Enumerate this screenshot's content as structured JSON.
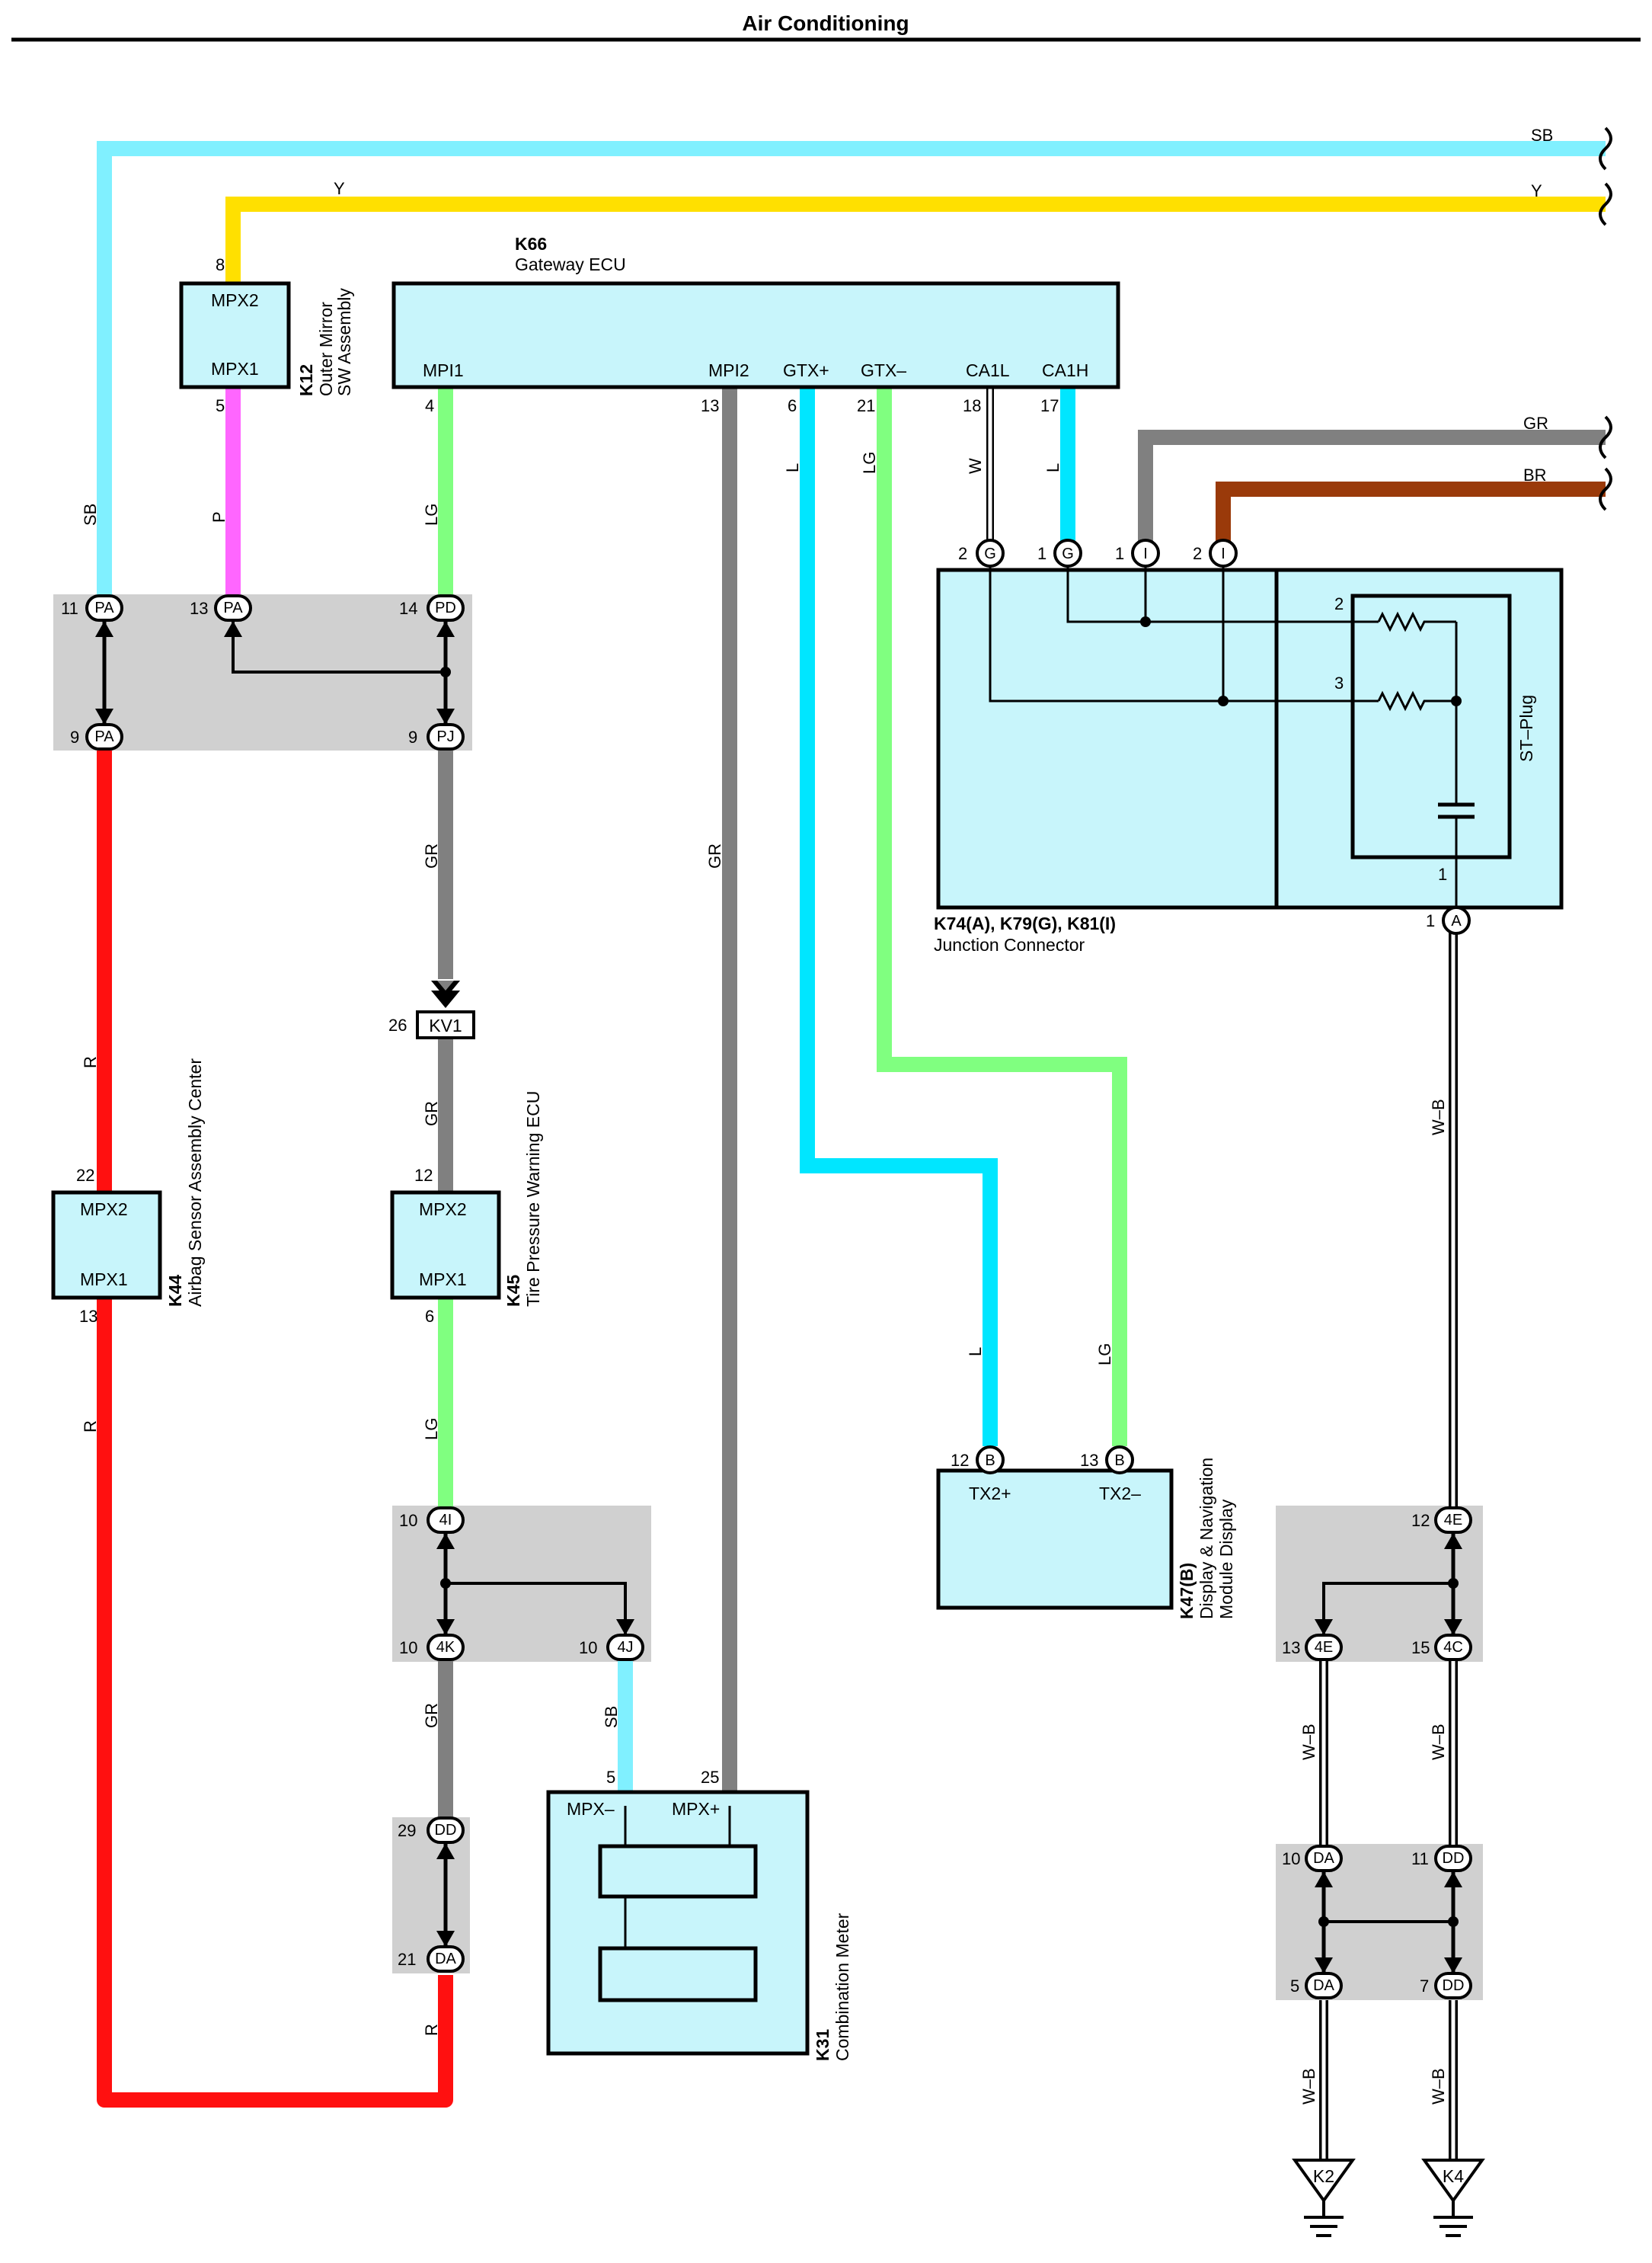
{
  "title": "Air Conditioning",
  "colors": {
    "SB": "#80f0ff",
    "Y": "#ffe000",
    "P": "#ff66ff",
    "LG": "#80ff80",
    "GR": "#808080",
    "L": "#00e6ff",
    "R": "#ff1010",
    "BR": "#9a3a0a",
    "W": "#ffffff"
  },
  "wire_codes": {
    "sb_top": "SB",
    "y_top": "Y",
    "sb_left": "SB",
    "p_k12": "P",
    "lg_k66": "LG",
    "gr_mpi2": "GR",
    "l_gtxp": "L",
    "lg_gtxm": "LG",
    "w_ca1l": "W",
    "l_ca1h": "L",
    "gr_right": "GR",
    "br_right": "BR",
    "r_k44_top": "R",
    "r_k44_bot": "R",
    "gr_pj": "GR",
    "gr_kv1": "GR",
    "lg_k45": "LG",
    "gr_4k": "GR",
    "sb_4j": "SB",
    "r_da": "R",
    "l_k47": "L",
    "lg_k47": "LG",
    "wb_main": "W–B",
    "wb_4e": "W–B",
    "wb_4c": "W–B",
    "wb_k2": "W–B",
    "wb_k4": "W–B"
  },
  "components": {
    "k12": {
      "code": "K12",
      "name1": "Outer Mirror",
      "name2": "SW Assembly",
      "pin_a": "MPX2",
      "pin_b": "MPX1",
      "num_a": "8",
      "num_b": "5"
    },
    "k66": {
      "code": "K66",
      "name": "Gateway ECU",
      "pins": [
        "MPI1",
        "MPI2",
        "GTX+",
        "GTX–",
        "CA1L",
        "CA1H"
      ],
      "nums": [
        "4",
        "13",
        "6",
        "21",
        "18",
        "17"
      ]
    },
    "k74": {
      "code": "K74(A), K79(G), K81(I)",
      "name": "Junction Connector",
      "stplug": "ST–Plug",
      "top_nums": [
        "2",
        "1",
        "1",
        "2"
      ],
      "top_letters": [
        "G",
        "G",
        "I",
        "I"
      ],
      "inner_nums": [
        "2",
        "3",
        "1"
      ],
      "bot_num": "1",
      "bot_letter": "A"
    },
    "k44": {
      "code": "K44",
      "name": "Airbag Sensor Assembly Center",
      "pin_a": "MPX2",
      "pin_b": "MPX1",
      "num_a": "22",
      "num_b": "13"
    },
    "k45": {
      "code": "K45",
      "name": "Tire Pressure Warning ECU",
      "pin_a": "MPX2",
      "pin_b": "MPX1",
      "num_a": "12",
      "num_b": "6"
    },
    "k47": {
      "code": "K47(B)",
      "name1": "Display & Navigation",
      "name2": "Module Display",
      "pin_a": "TX2+",
      "pin_b": "TX2–",
      "num_a": "12",
      "num_b": "13",
      "letter": "B"
    },
    "k31": {
      "code": "K31",
      "name": "Combination Meter",
      "pin_a": "MPX–",
      "pin_b": "MPX+",
      "num_a": "5",
      "num_b": "25"
    },
    "kv1": {
      "code": "KV1",
      "num": "26"
    }
  },
  "connectors": {
    "pa1_top": {
      "num": "11",
      "letter": "PA"
    },
    "pa2_top": {
      "num": "13",
      "letter": "PA"
    },
    "pd_top": {
      "num": "14",
      "letter": "PD"
    },
    "pa_bot": {
      "num": "9",
      "letter": "PA"
    },
    "pj_bot": {
      "num": "9",
      "letter": "PJ"
    },
    "c4i": {
      "num": "10",
      "letter": "4I"
    },
    "c4k": {
      "num": "10",
      "letter": "4K"
    },
    "c4j": {
      "num": "10",
      "letter": "4J"
    },
    "dd_top": {
      "num": "29",
      "letter": "DD"
    },
    "da_bot": {
      "num": "21",
      "letter": "DA"
    },
    "c4e_top": {
      "num": "12",
      "letter": "4E"
    },
    "c4e_bot": {
      "num": "13",
      "letter": "4E"
    },
    "c4c_bot": {
      "num": "15",
      "letter": "4C"
    },
    "da10": {
      "num": "10",
      "letter": "DA"
    },
    "dd11": {
      "num": "11",
      "letter": "DD"
    },
    "da5": {
      "num": "5",
      "letter": "DA"
    },
    "dd7": {
      "num": "7",
      "letter": "DD"
    }
  },
  "grounds": {
    "k2": "K2",
    "k4": "K4"
  }
}
